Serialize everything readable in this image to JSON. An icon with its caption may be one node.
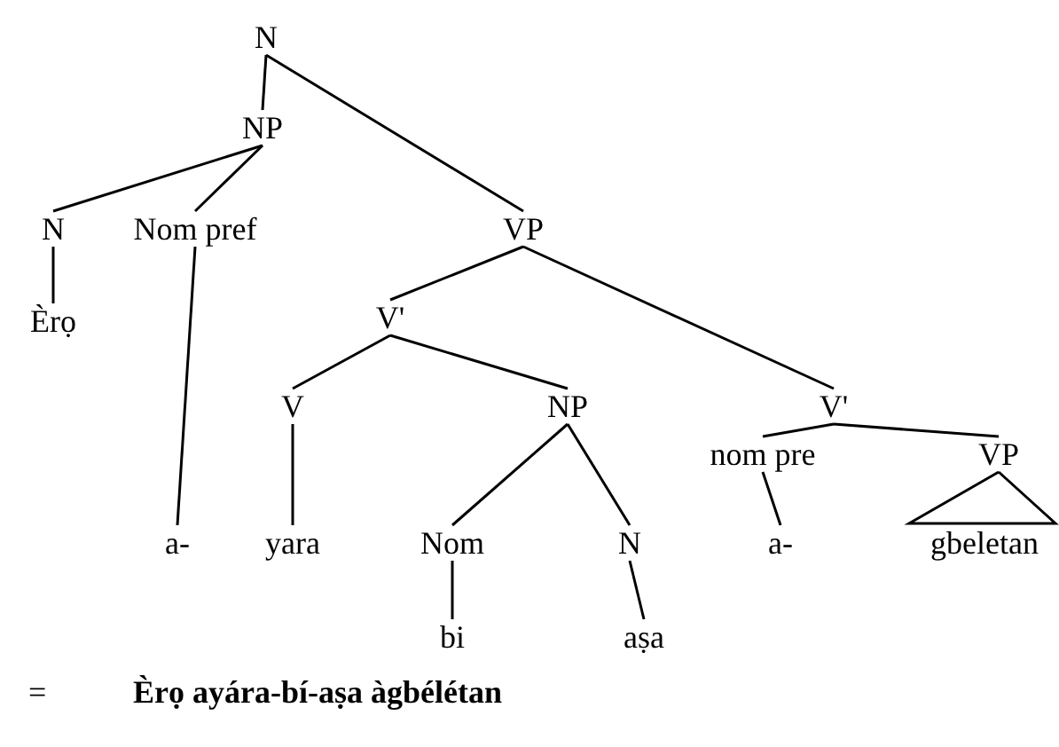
{
  "diagram": {
    "nodes": [
      {
        "text": [
          "N"
        ]
      },
      {
        "text": [
          "NP"
        ]
      },
      {
        "text": [
          "N"
        ]
      },
      {
        "text": [
          "Nom pref"
        ]
      },
      {
        "text": [
          "VP"
        ]
      },
      {
        "text": [
          "Èrọ"
        ]
      },
      {
        "text": [
          "V'"
        ]
      },
      {
        "text": [
          "V"
        ]
      },
      {
        "text": [
          "NP"
        ]
      },
      {
        "text": [
          "V'"
        ]
      },
      {
        "text": [
          "nom pre"
        ]
      },
      {
        "text": [
          "VP"
        ]
      },
      {
        "text": [
          "a-"
        ]
      },
      {
        "text": [
          "yara"
        ]
      },
      {
        "text": [
          "Nom"
        ]
      },
      {
        "text": [
          "N"
        ]
      },
      {
        "text": [
          "a-"
        ]
      },
      {
        "text": [
          "gbeletan"
        ]
      },
      {
        "text": [
          "bi"
        ]
      },
      {
        "text": [
          "aṣa"
        ]
      }
    ],
    "edges": [
      {
        "from": 0,
        "to": 1,
        "arrow": "none"
      },
      {
        "from": 0,
        "to": 4,
        "arrow": "none"
      },
      {
        "from": 1,
        "to": 2,
        "arrow": "none"
      },
      {
        "from": 1,
        "to": 3,
        "arrow": "none"
      },
      {
        "from": 2,
        "to": 5,
        "arrow": "none"
      },
      {
        "from": 3,
        "to": 12,
        "arrow": "none"
      },
      {
        "from": 4,
        "to": 6,
        "arrow": "none"
      },
      {
        "from": 4,
        "to": 9,
        "arrow": "none"
      },
      {
        "from": 6,
        "to": 7,
        "arrow": "none"
      },
      {
        "from": 6,
        "to": 8,
        "arrow": "none"
      },
      {
        "from": 7,
        "to": 13,
        "arrow": "none"
      },
      {
        "from": 8,
        "to": 14,
        "arrow": "none"
      },
      {
        "from": 8,
        "to": 15,
        "arrow": "none"
      },
      {
        "from": 9,
        "to": 10,
        "arrow": "none"
      },
      {
        "from": 9,
        "to": 11,
        "arrow": "none"
      },
      {
        "from": 10,
        "to": 16,
        "arrow": "none"
      },
      {
        "from": 11,
        "to": 17,
        "arrow": "none"
      },
      {
        "from": 14,
        "to": 18,
        "arrow": "none"
      },
      {
        "from": 15,
        "to": 19,
        "arrow": "none"
      }
    ],
    "labels": [
      "=",
      "Èrọ ayára-bí-aṣa àgbélétan"
    ]
  }
}
